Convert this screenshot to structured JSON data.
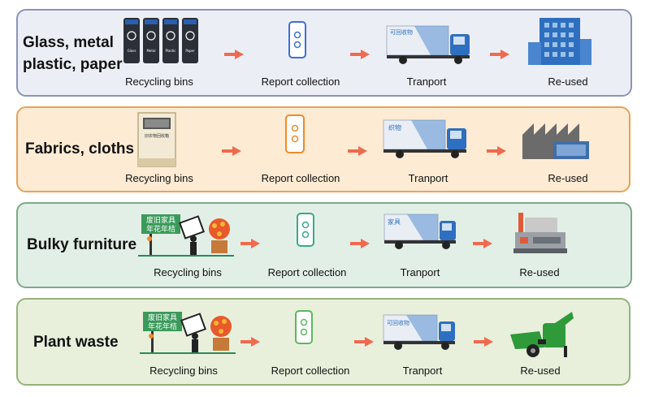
{
  "rows": [
    {
      "category": "Glass, metal\nplastic, paper",
      "steps": [
        "Recycling bins",
        "Report collection",
        "Tranport",
        "Re-used"
      ],
      "bins_labels": [
        "Glass",
        "Metal",
        "Plastic",
        "Paper"
      ],
      "truck_text": "可回收物",
      "colors": {
        "panel": "#eceef6",
        "border": "#8c93b8",
        "phone": "#3b6fd8"
      }
    },
    {
      "category": "Fabrics, cloths",
      "steps": [
        "Recycling bins",
        "Report collection",
        "Tranport",
        "Re-used"
      ],
      "bin_text": "旧衣物回收箱",
      "truck_text": "织物",
      "colors": {
        "panel": "#fdebd3",
        "border": "#e6a35a",
        "phone": "#f08a2a"
      }
    },
    {
      "category": "Bulky furniture",
      "steps": [
        "Recycling bins",
        "Report collection",
        "Tranport",
        "Re-used"
      ],
      "sign_text": [
        "废旧家具",
        "年花年桔"
      ],
      "truck_text": "家具",
      "colors": {
        "panel": "#e2efe6",
        "border": "#7fa88a",
        "phone": "#3aa88e"
      }
    },
    {
      "category": "Plant waste",
      "steps": [
        "Recycling bins",
        "Report collection",
        "Tranport",
        "Re-used"
      ],
      "sign_text": [
        "废旧家具",
        "年花年桔"
      ],
      "truck_text": "可回收物",
      "colors": {
        "panel": "#e8f0dc",
        "border": "#95b27a",
        "phone": "#5cb85c"
      }
    }
  ],
  "colors": {
    "arrow": "#f06a4f",
    "truck_cab": "#2f6fbf",
    "truck_box": "#e9eef5"
  }
}
